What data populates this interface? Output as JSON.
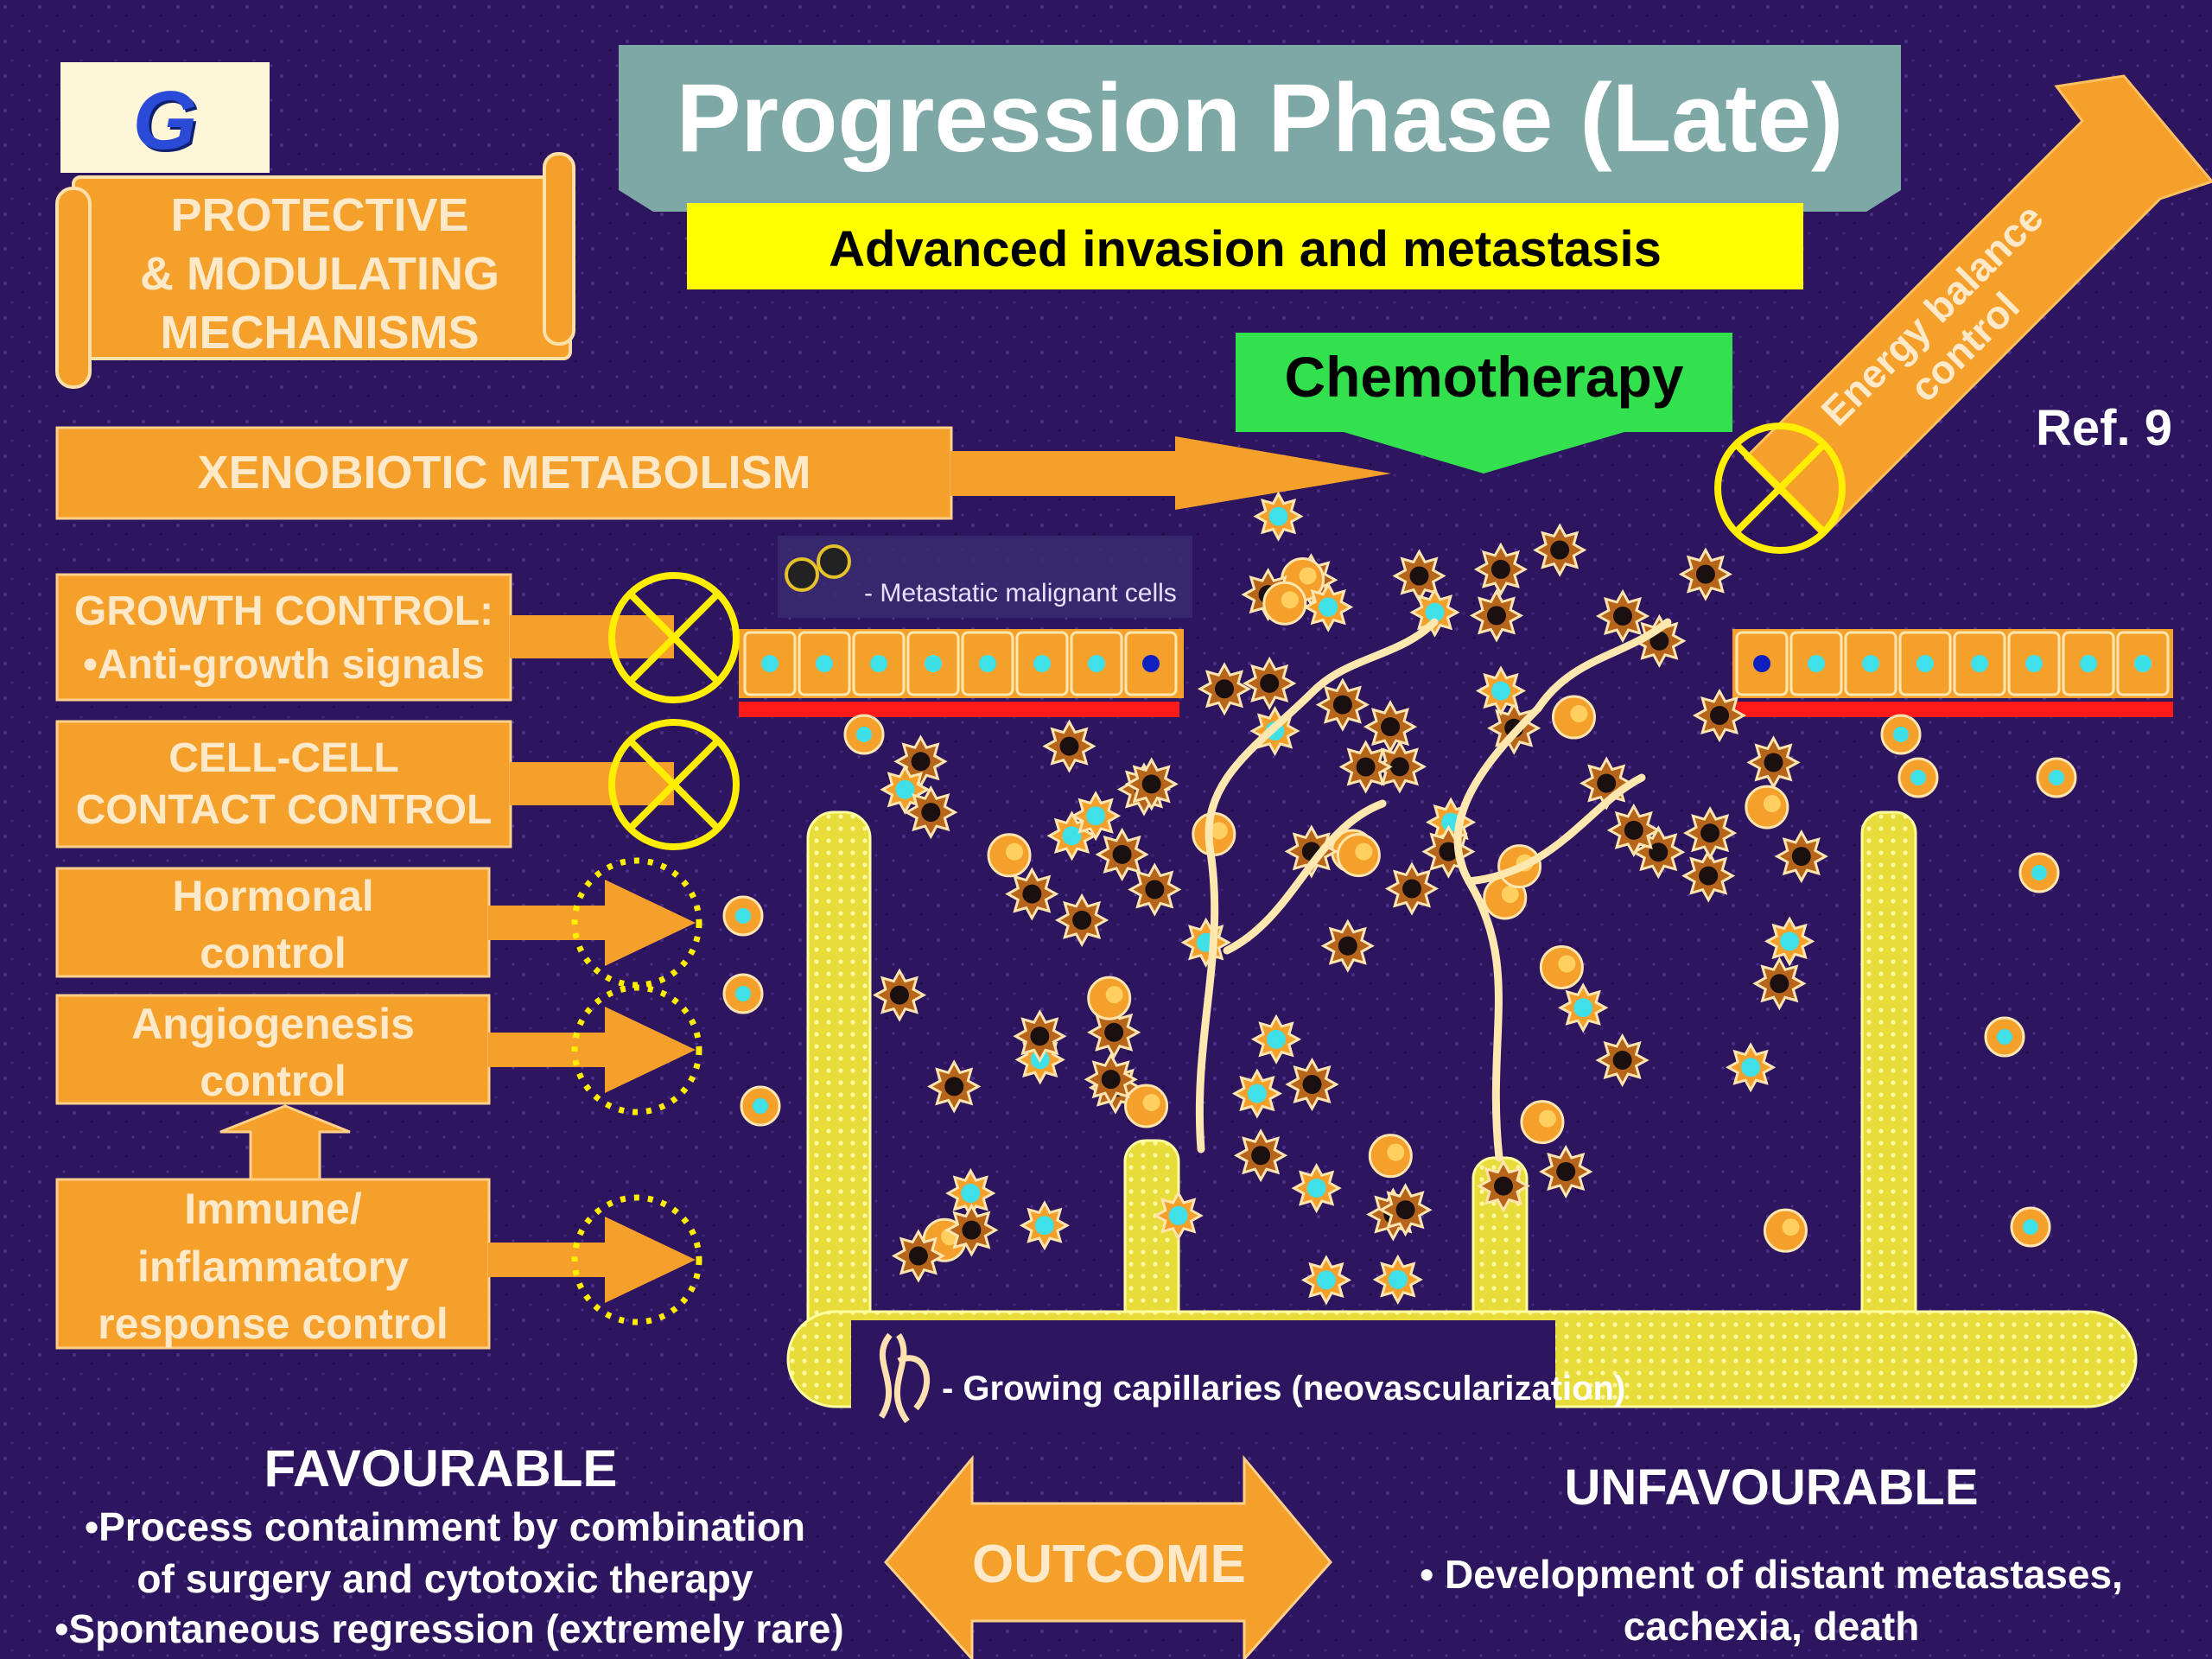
{
  "header": {
    "logo_letter": "G",
    "title": "Progression Phase (Late)",
    "subtitle": "Advanced invasion and metastasis",
    "ref": "Ref. 9"
  },
  "banner": {
    "line1": "PROTECTIVE",
    "line2": "& MODULATING",
    "line3": "MECHANISMS"
  },
  "chemo": {
    "label": "Chemotherapy"
  },
  "energy": {
    "line1": "Energy balance",
    "line2": "control"
  },
  "mechanisms": {
    "xenobiotic": "XENOBIOTIC METABOLISM",
    "growth_line1": "GROWTH CONTROL:",
    "growth_line2": "•Anti-growth signals",
    "cell_line1": "CELL-CELL",
    "cell_line2": "CONTACT CONTROL",
    "hormonal_line1": "Hormonal",
    "hormonal_line2": "control",
    "angio_line1": "Angiogenesis",
    "angio_line2": "control",
    "immune_line1": "Immune/",
    "immune_line2": "inflammatory",
    "immune_line3": "response control"
  },
  "legend": {
    "metastatic": "- Metastatic malignant cells",
    "capillaries": "- Growing capillaries (neovascularization)"
  },
  "outcome": {
    "label": "OUTCOME",
    "favourable_title": "FAVOURABLE",
    "fav1": "•Process containment by combination",
    "fav2a": "of surgery and",
    "fav2b": "cytotoxic therapy",
    "fav3": "•Spontaneous regression (extremely rare)",
    "unfavourable_title": "UNFAVOURABLE",
    "unfav1": "• Development of distant metastases,",
    "unfav2": "cachexia, death"
  },
  "colors": {
    "background": "#2d1560",
    "orange": "#f4a02a",
    "title_bg": "#7ea8a6",
    "subtitle_bg": "#ffff00",
    "chemo_green": "#33e14f",
    "yellow_vessel": "#efe04a",
    "inhibit_yellow": "#ffee00"
  }
}
